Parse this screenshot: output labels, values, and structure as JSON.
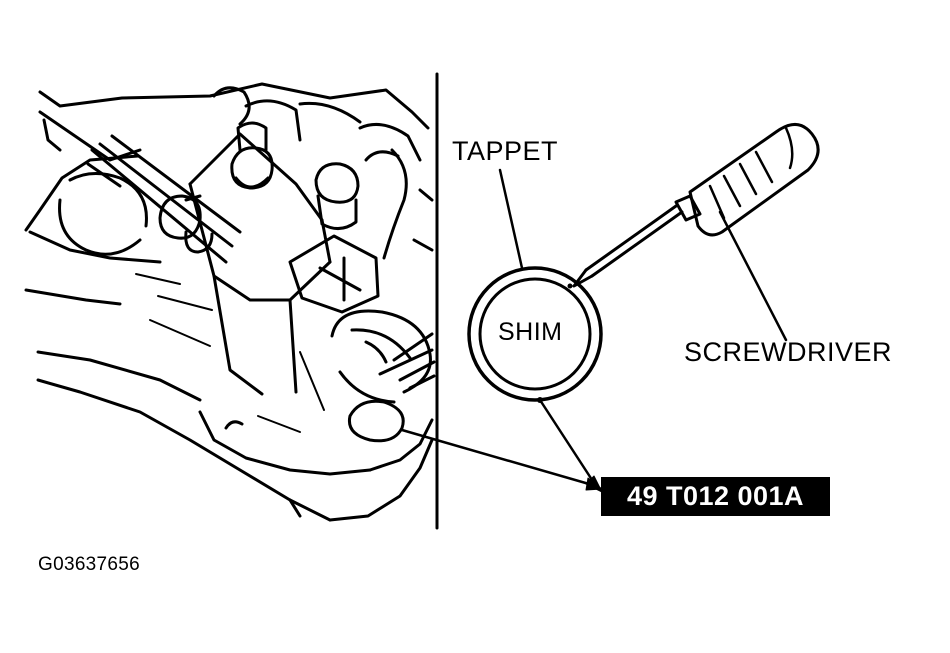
{
  "labels": {
    "tappet": "TAPPET",
    "shim": "SHIM",
    "screwdriver": "SCREWDRIVER",
    "tool_part_number": "49 T012 001A",
    "figure_id": "G03637656"
  },
  "colors": {
    "ink": "#000000",
    "paper": "#ffffff",
    "tag_background": "#000000",
    "tag_text": "#ffffff"
  }
}
